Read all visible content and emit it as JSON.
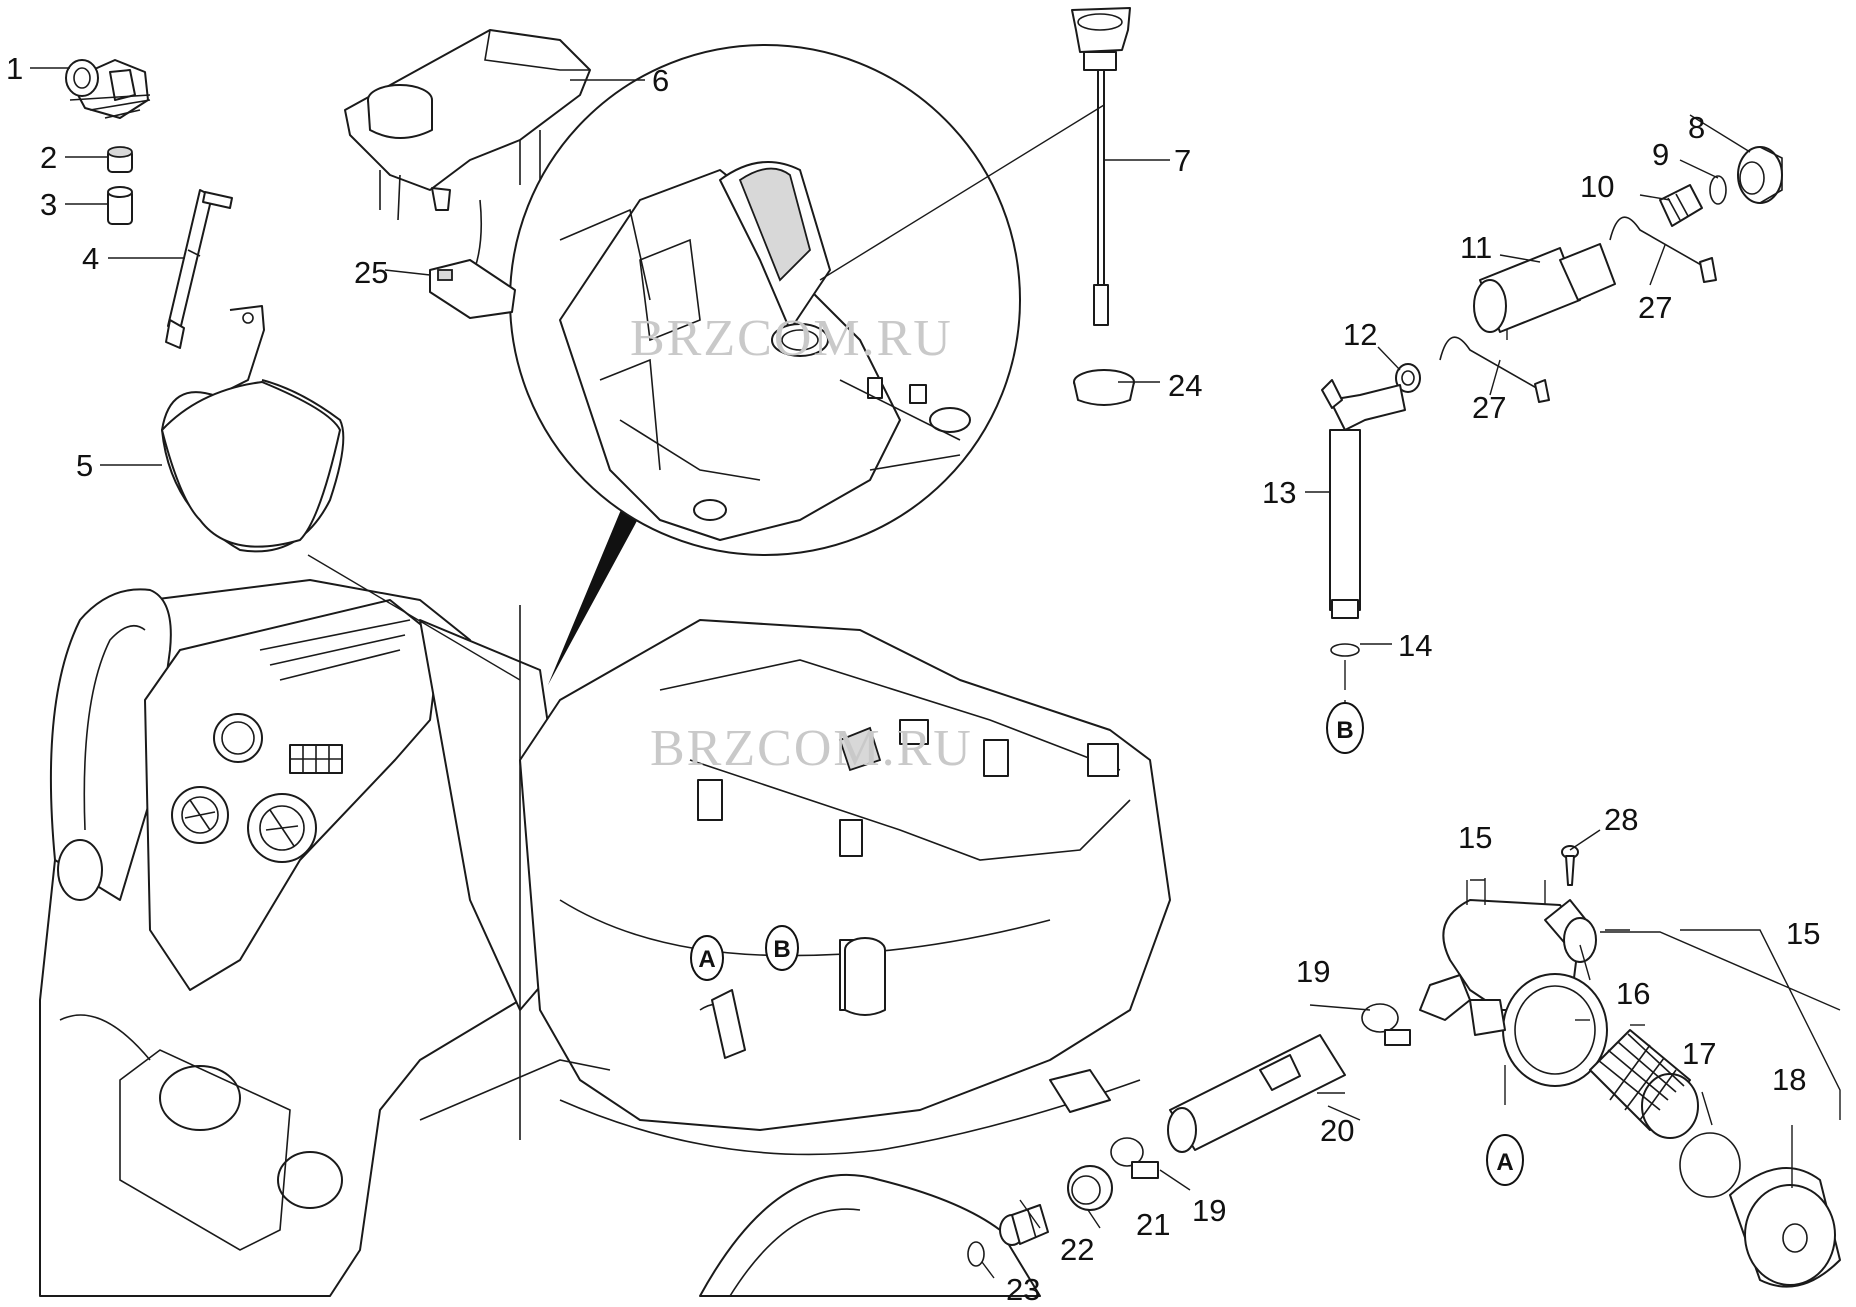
{
  "watermarks": [
    "BRZCOM.RU",
    "BRZCOM.RU"
  ],
  "callouts": [
    "1",
    "2",
    "3",
    "4",
    "5",
    "6",
    "7",
    "8",
    "9",
    "10",
    "11",
    "12",
    "13",
    "14",
    "15",
    "15",
    "16",
    "17",
    "18",
    "19",
    "19",
    "20",
    "21",
    "22",
    "23",
    "24",
    "25",
    "27",
    "27",
    "28"
  ],
  "connection_markers": [
    "A",
    "B",
    "A",
    "B"
  ]
}
